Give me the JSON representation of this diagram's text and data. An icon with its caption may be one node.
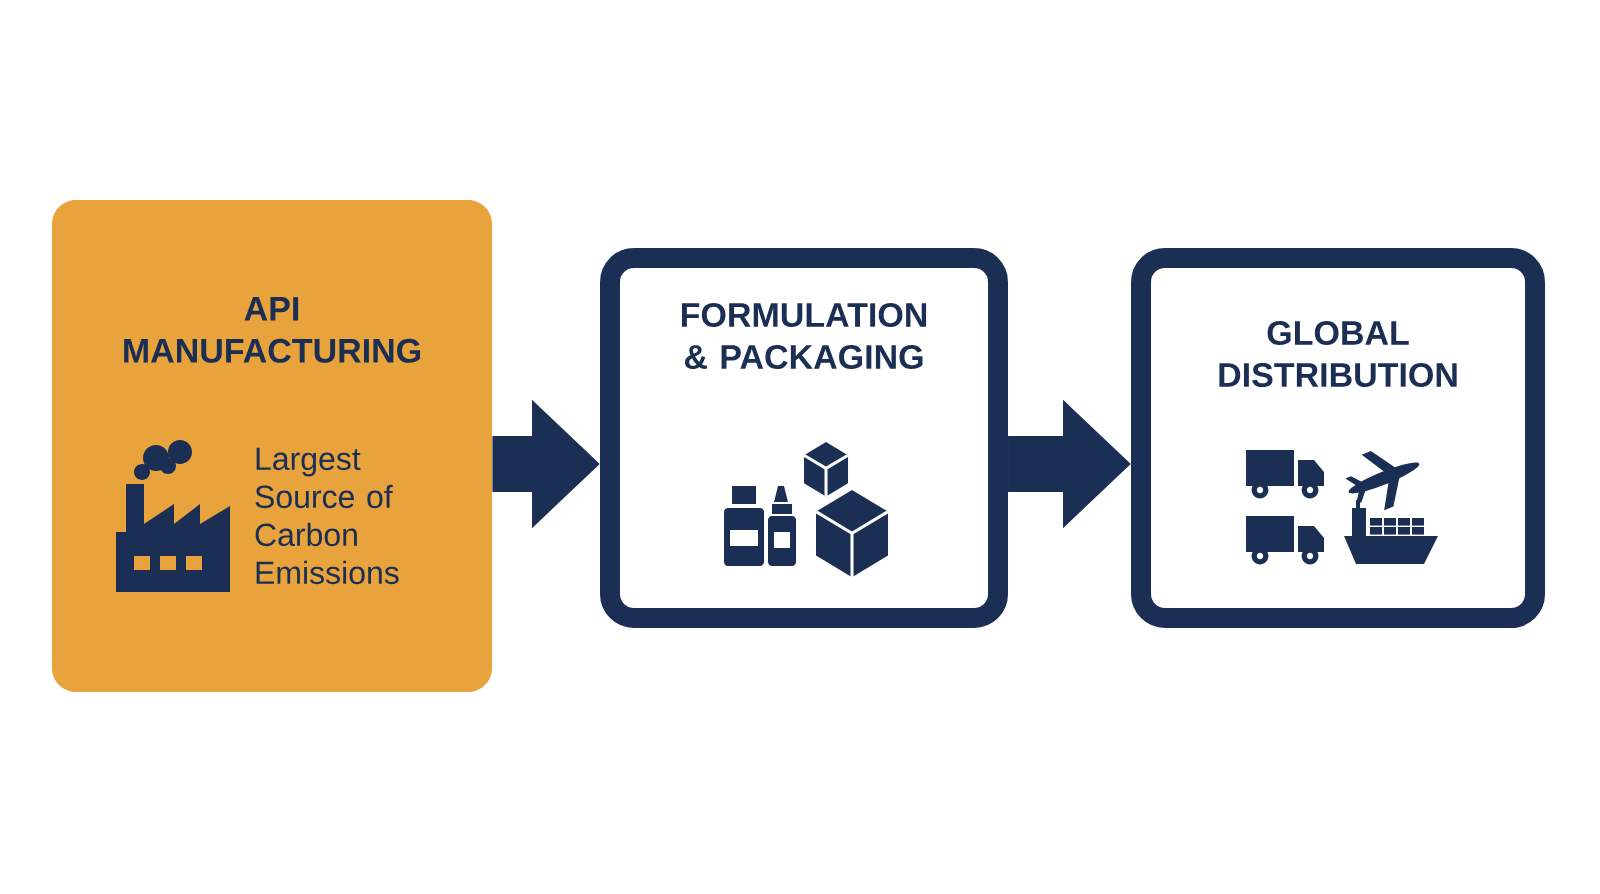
{
  "diagram": {
    "nodes": [
      {
        "text": [
          "API MANUFACTURING",
          "Largest Source of Carbon Emissions"
        ]
      },
      {
        "text": [
          "FORMULATION & PACKAGING"
        ]
      },
      {
        "text": [
          "GLOBAL DISTRIBUTION"
        ]
      }
    ],
    "edges": [
      {
        "from": 0,
        "to": 1,
        "arrow": "to"
      },
      {
        "from": 1,
        "to": 2,
        "arrow": "to"
      }
    ]
  }
}
